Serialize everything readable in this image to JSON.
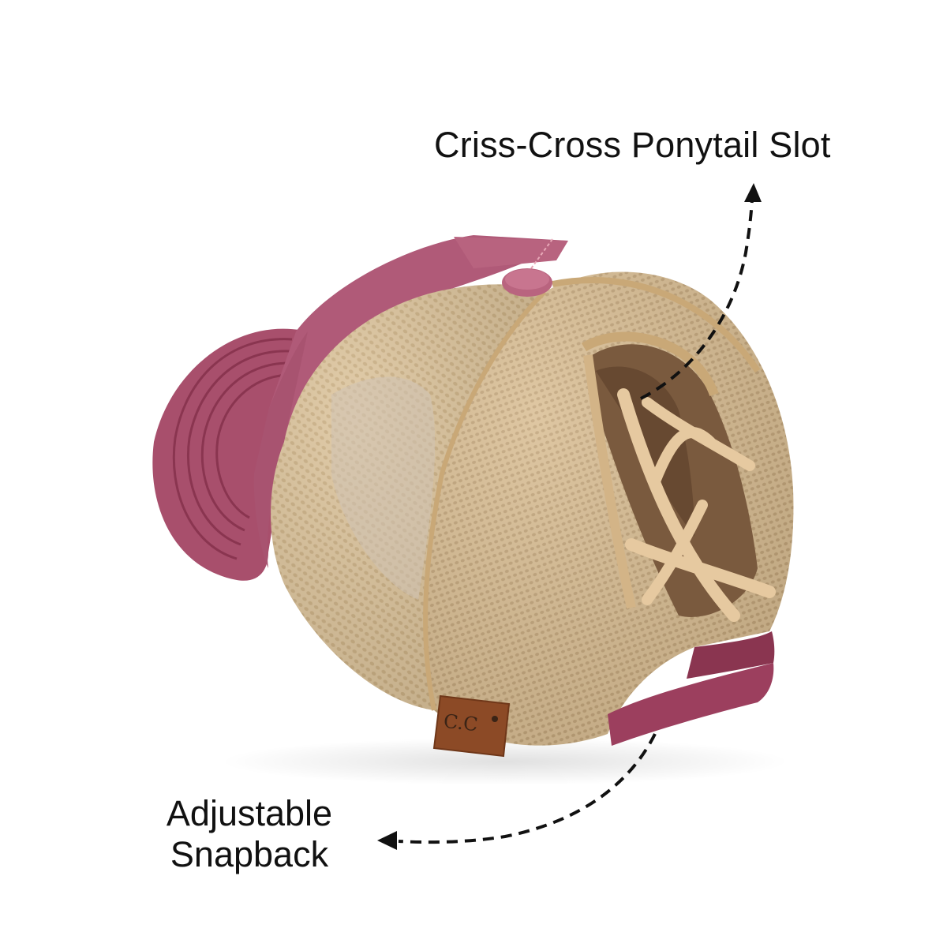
{
  "callouts": {
    "ponytail": {
      "label": "Criss-Cross Ponytail Slot"
    },
    "snapback": {
      "line1": "Adjustable",
      "line2": "Snapback"
    }
  },
  "product": {
    "brand_patch": "C.C",
    "colors": {
      "crown_fabric": "#b05a78",
      "brim": "#a84f6c",
      "brim_stitch": "#8a3550",
      "mesh": "#dcc39a",
      "mesh_dark": "#c9a877",
      "elastic": "#e6c9a0",
      "patch": "#8c4a26",
      "strap": "#9c3f5e"
    }
  },
  "arrows": {
    "color": "#111111"
  }
}
